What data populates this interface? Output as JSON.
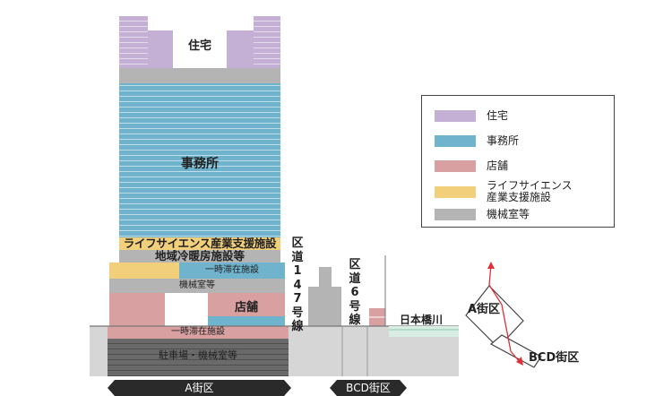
{
  "colors": {
    "residential": "#c5b0d5",
    "office": "#6fb3cd",
    "retail": "#d8a0a0",
    "lifescience": "#f2cf7a",
    "machine": "#b4b4b4",
    "parking": "#6a6a6a",
    "river": "#d8eee4",
    "road": "#888888",
    "tag": "#2a2a2a",
    "boundary": "#e0303a"
  },
  "building": {
    "residential": "住宅",
    "office": "事務所",
    "lifescience_floor": "ライフサイエンス産業支援施設",
    "district_heating": "地域冷暖房施設等",
    "temporary_stay_upper": "一時滞在施設",
    "machine_room": "機械室等",
    "retail": "店舗",
    "temporary_stay_lower": "一時滞在施設",
    "parking": "駐車場・機械室等"
  },
  "labels": {
    "route147": "区\n道\n1\n4\n7\n号\n線",
    "route6": "区\n道\n6\n号\n線",
    "river": "日本橋川",
    "district_a_map": "A街区",
    "district_bcd_map": "BCD街区"
  },
  "tags": {
    "a": "A街区",
    "bcd": "BCD街区"
  },
  "legend": [
    {
      "color": "#c5b0d5",
      "label": "住宅",
      "icon": "residential-swatch"
    },
    {
      "color": "#6fb3cd",
      "label": "事務所",
      "icon": "office-swatch"
    },
    {
      "color": "#d8a0a0",
      "label": "店舗",
      "icon": "retail-swatch"
    },
    {
      "color": "#f2cf7a",
      "label": "ライフサイエンス\n産業支援施設",
      "icon": "lifescience-swatch"
    },
    {
      "color": "#b4b4b4",
      "label": "機械室等",
      "icon": "machine-swatch"
    }
  ]
}
